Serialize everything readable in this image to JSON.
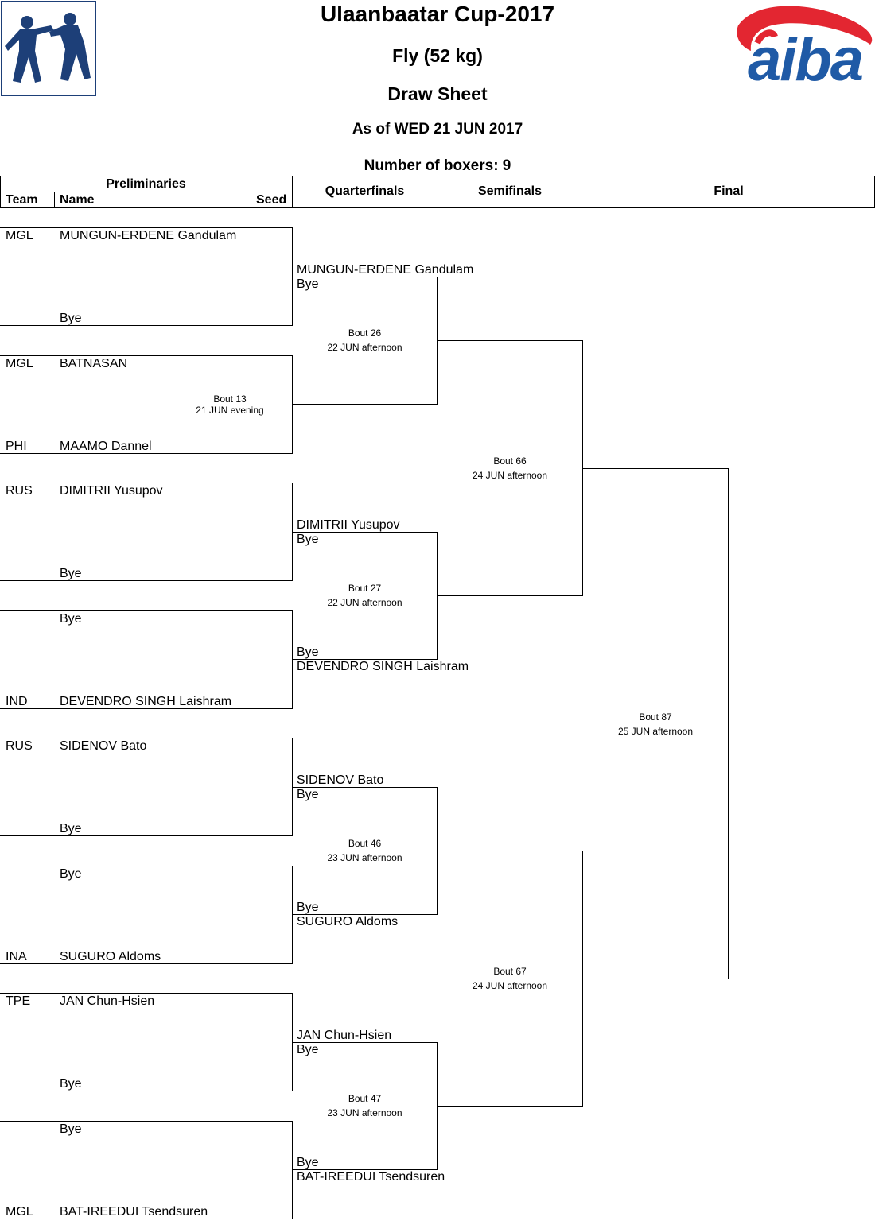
{
  "header": {
    "title": "Ulaanbaatar Cup-2017",
    "category": "Fly (52 kg)",
    "sheet": "Draw Sheet",
    "as_of": "As of WED 21 JUN 2017",
    "boxers": "Number of boxers: 9",
    "logo_text": "aiba"
  },
  "columns": {
    "preliminaries": "Preliminaries",
    "team": "Team",
    "name": "Name",
    "seed": "Seed",
    "quarterfinals": "Quarterfinals",
    "semifinals": "Semifinals",
    "final": "Final"
  },
  "entries": [
    {
      "team": "MGL",
      "name": "MUNGUN-ERDENE Gandulam"
    },
    {
      "team": "",
      "name": "Bye"
    },
    {
      "team": "MGL",
      "name": "BATNASAN"
    },
    {
      "team": "PHI",
      "name": "MAAMO  Dannel"
    },
    {
      "team": "RUS",
      "name": "DIMITRII Yusupov"
    },
    {
      "team": "",
      "name": "Bye"
    },
    {
      "team": "",
      "name": "Bye"
    },
    {
      "team": "IND",
      "name": "DEVENDRO SINGH Laishram"
    },
    {
      "team": "RUS",
      "name": "SIDENOV Bato"
    },
    {
      "team": "",
      "name": "Bye"
    },
    {
      "team": "",
      "name": "Bye"
    },
    {
      "team": "INA",
      "name": "SUGURO Aldoms"
    },
    {
      "team": "TPE",
      "name": "JAN Chun-Hsien"
    },
    {
      "team": "",
      "name": "Bye"
    },
    {
      "team": "",
      "name": "Bye"
    },
    {
      "team": "MGL",
      "name": "BAT-IREEDUI Tsendsuren"
    }
  ],
  "prelim_bout": {
    "bout": "Bout 13",
    "time": "21 JUN evening"
  },
  "quarterfinals": [
    {
      "top": "MUNGUN-ERDENE Gandulam",
      "top2": "Bye",
      "bout": "Bout 26",
      "time": "22 JUN afternoon"
    },
    {
      "top": "DIMITRII Yusupov",
      "top2": "Bye",
      "bot": "Bye",
      "bot2": "DEVENDRO SINGH Laishram",
      "bout": "Bout 27",
      "time": "22 JUN afternoon"
    },
    {
      "top": "SIDENOV Bato",
      "top2": "Bye",
      "bot": "Bye",
      "bot2": "SUGURO Aldoms",
      "bout": "Bout 46",
      "time": "23 JUN afternoon"
    },
    {
      "top": "JAN Chun-Hsien",
      "top2": "Bye",
      "bot": "Bye",
      "bot2": "BAT-IREEDUI Tsendsuren",
      "bout": "Bout 47",
      "time": "23 JUN afternoon"
    }
  ],
  "semifinals": [
    {
      "bout": "Bout 66",
      "time": "24 JUN afternoon"
    },
    {
      "bout": "Bout 67",
      "time": "24 JUN afternoon"
    }
  ],
  "final": {
    "bout": "Bout 87",
    "time": "25 JUN afternoon"
  },
  "colors": {
    "logo_blue": "#1f5aa6",
    "logo_red": "#e32631",
    "boxer_logo": "#1d3f78"
  }
}
